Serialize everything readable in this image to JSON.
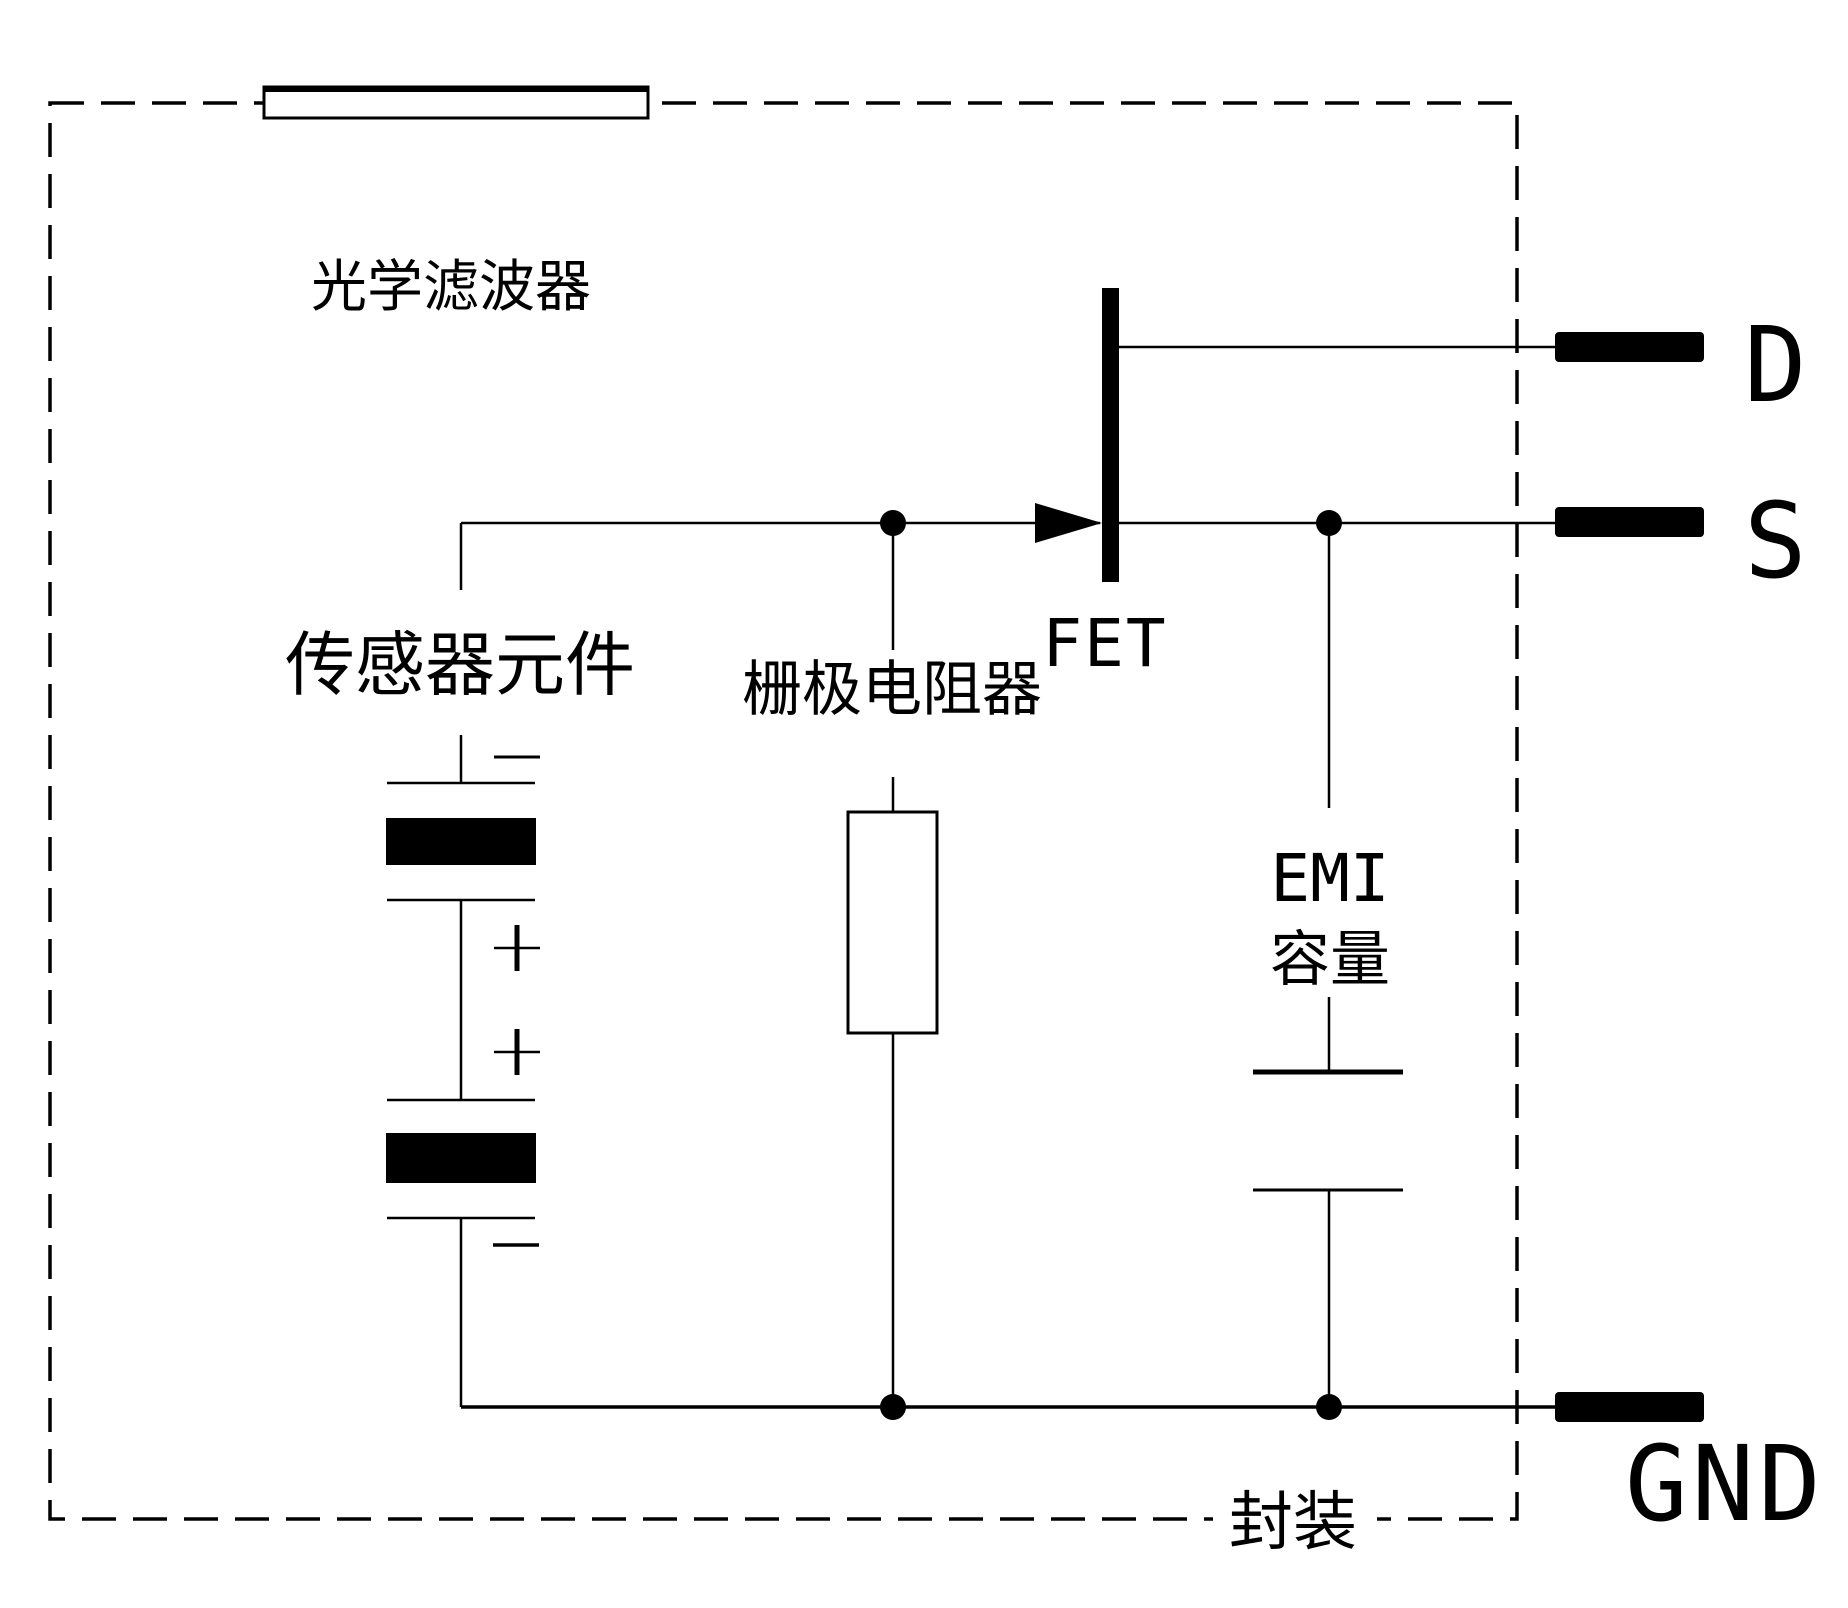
{
  "figure": {
    "title_context": "pyroelectric sensor internal schematic",
    "labels": {
      "optical_filter": "光学滤波器",
      "sensor_element": "传感器元件",
      "gate_resistor": "栅极电阻器",
      "fet": "FET",
      "emi": "EMI",
      "capacity": "容量",
      "package": "封装"
    },
    "terminals": {
      "drain": "D",
      "source": "S",
      "ground": "GND"
    },
    "polarity_marks": {
      "plus": "+",
      "minus": "−"
    },
    "icons": {
      "gate_arrow": "▶ solid right-pointing triangle into FET bar",
      "junction_dot": "● filled wire junction",
      "terminal_pad": "▬ solid black terminal pad"
    },
    "colors": {
      "ink": "#000000",
      "background": "#ffffff"
    },
    "style": {
      "package_border": "dashed rectangle",
      "line_work": "thin black schematic lines"
    }
  }
}
